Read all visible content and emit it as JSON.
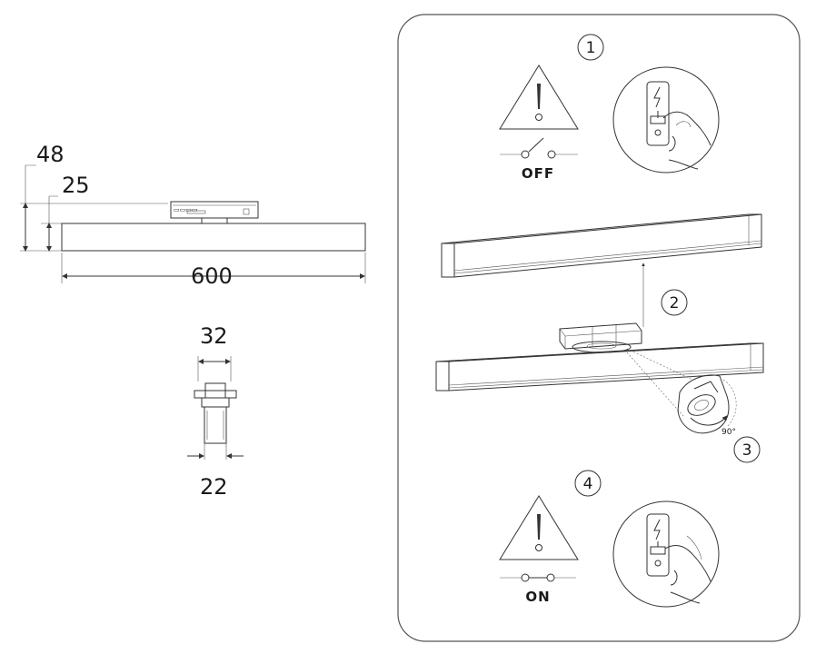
{
  "dimensions": {
    "total_height": "48",
    "lamp_height": "25",
    "length": "600",
    "adapter_width": "32",
    "body_width": "22"
  },
  "steps": [
    "1",
    "2",
    "3",
    "4"
  ],
  "switch_states": {
    "off": "OFF",
    "on": "ON"
  },
  "rotation_angle": "90°",
  "colors": {
    "line": "#333333",
    "panel_border": "#555555"
  }
}
